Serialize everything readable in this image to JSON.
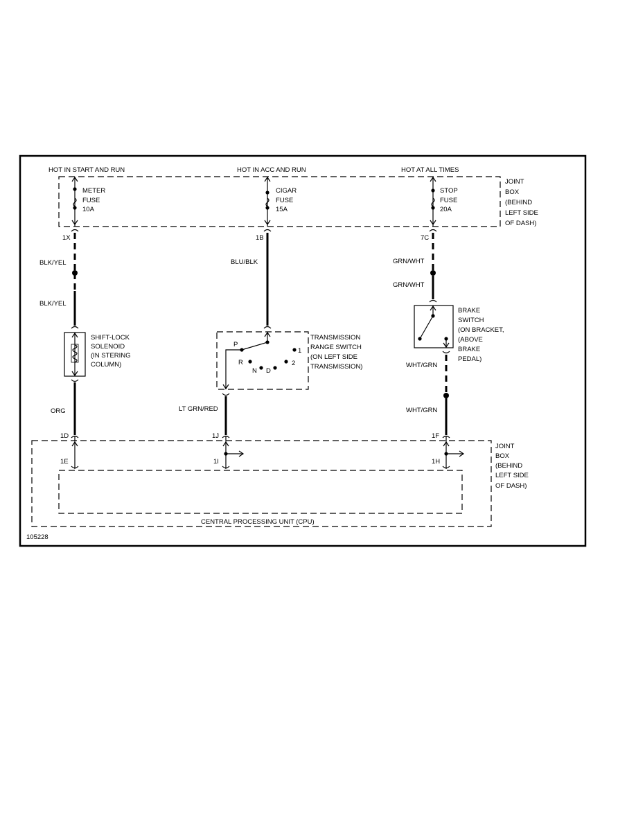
{
  "figure_id": "105228",
  "supplies": {
    "start_run": "HOT IN START AND RUN",
    "acc_run": "HOT IN ACC AND RUN",
    "all_times": "HOT AT ALL TIMES"
  },
  "joint_box_top": [
    "JOINT",
    "BOX",
    "(BEHIND",
    "LEFT SIDE",
    "OF DASH)"
  ],
  "joint_box_bottom": [
    "JOINT",
    "BOX",
    "(BEHIND",
    "LEFT SIDE",
    "OF DASH)"
  ],
  "fuses": {
    "meter": [
      "METER",
      "FUSE",
      "10A"
    ],
    "cigar": [
      "CIGAR",
      "FUSE",
      "15A"
    ],
    "stop": [
      "STOP",
      "FUSE",
      "20A"
    ]
  },
  "connectors": {
    "c1x": "1X",
    "c1b": "1B",
    "c7c": "7C",
    "c1d": "1D",
    "c1j": "1J",
    "c1f": "1F",
    "c1e": "1E",
    "c1i": "1I",
    "c1h": "1H"
  },
  "wires": {
    "blk_yel_top": "BLK/YEL",
    "blk_yel_bottom": "BLK/YEL",
    "blu_blk": "BLU/BLK",
    "grn_wht_top": "GRN/WHT",
    "grn_wht_bottom": "GRN/WHT",
    "org": "ORG",
    "lt_grn_red": "LT GRN/RED",
    "wht_grn_top": "WHT/GRN",
    "wht_grn_bottom": "WHT/GRN"
  },
  "components": {
    "solenoid": [
      "SHIFT-LOCK",
      "SOLENOID",
      "(IN STERING",
      "COLUMN)"
    ],
    "range_switch": [
      "TRANSMISSION",
      "RANGE SWITCH",
      "(ON LEFT SIDE",
      "TRANSMISSION)"
    ],
    "range_positions": {
      "p": "P",
      "r": "R",
      "n": "N",
      "d": "D",
      "two": "2",
      "one": "1"
    },
    "brake_switch": [
      "BRAKE",
      "SWITCH",
      "(ON BRACKET,",
      "(ABOVE",
      "BRAKE",
      "PEDAL)"
    ],
    "cpu": "CENTRAL PROCESSING UNIT (CPU)"
  }
}
